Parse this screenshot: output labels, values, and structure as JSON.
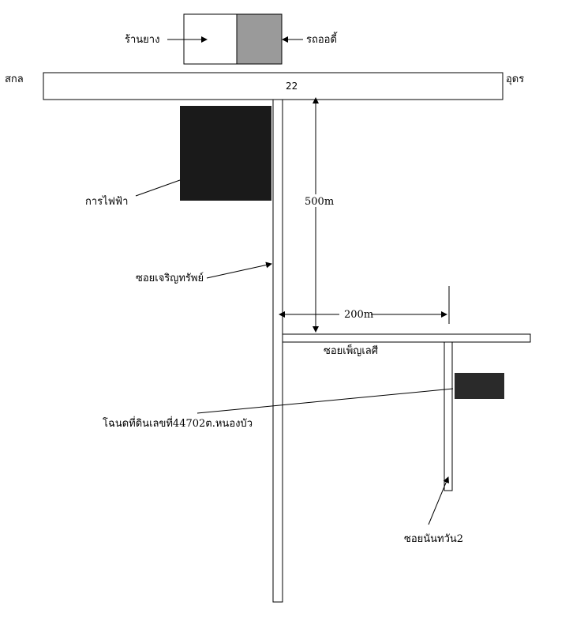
{
  "map": {
    "shop_label": "ร้านยาง",
    "car_label": "รถออดี้",
    "west_label": "สกล",
    "east_label": "อุดร",
    "highway_number": "22",
    "electric_label": "การไฟฟ้า",
    "soi_main_label": "ซอยเจริญทรัพย์",
    "distance_vertical": "500m",
    "distance_horizontal": "200m",
    "soi_side_label": "ซอยเพ็ญเลศี",
    "deed_label": "โฉนดที่ดินเลขที่44702ต.หนองบัว",
    "soi_small_label": "ซอยนันทวัน2"
  },
  "colors": {
    "line": "#000000",
    "electric_block": "#1a1a1a",
    "car_fill": "#9a9a9a",
    "deed_block": "#2a2a2a"
  }
}
